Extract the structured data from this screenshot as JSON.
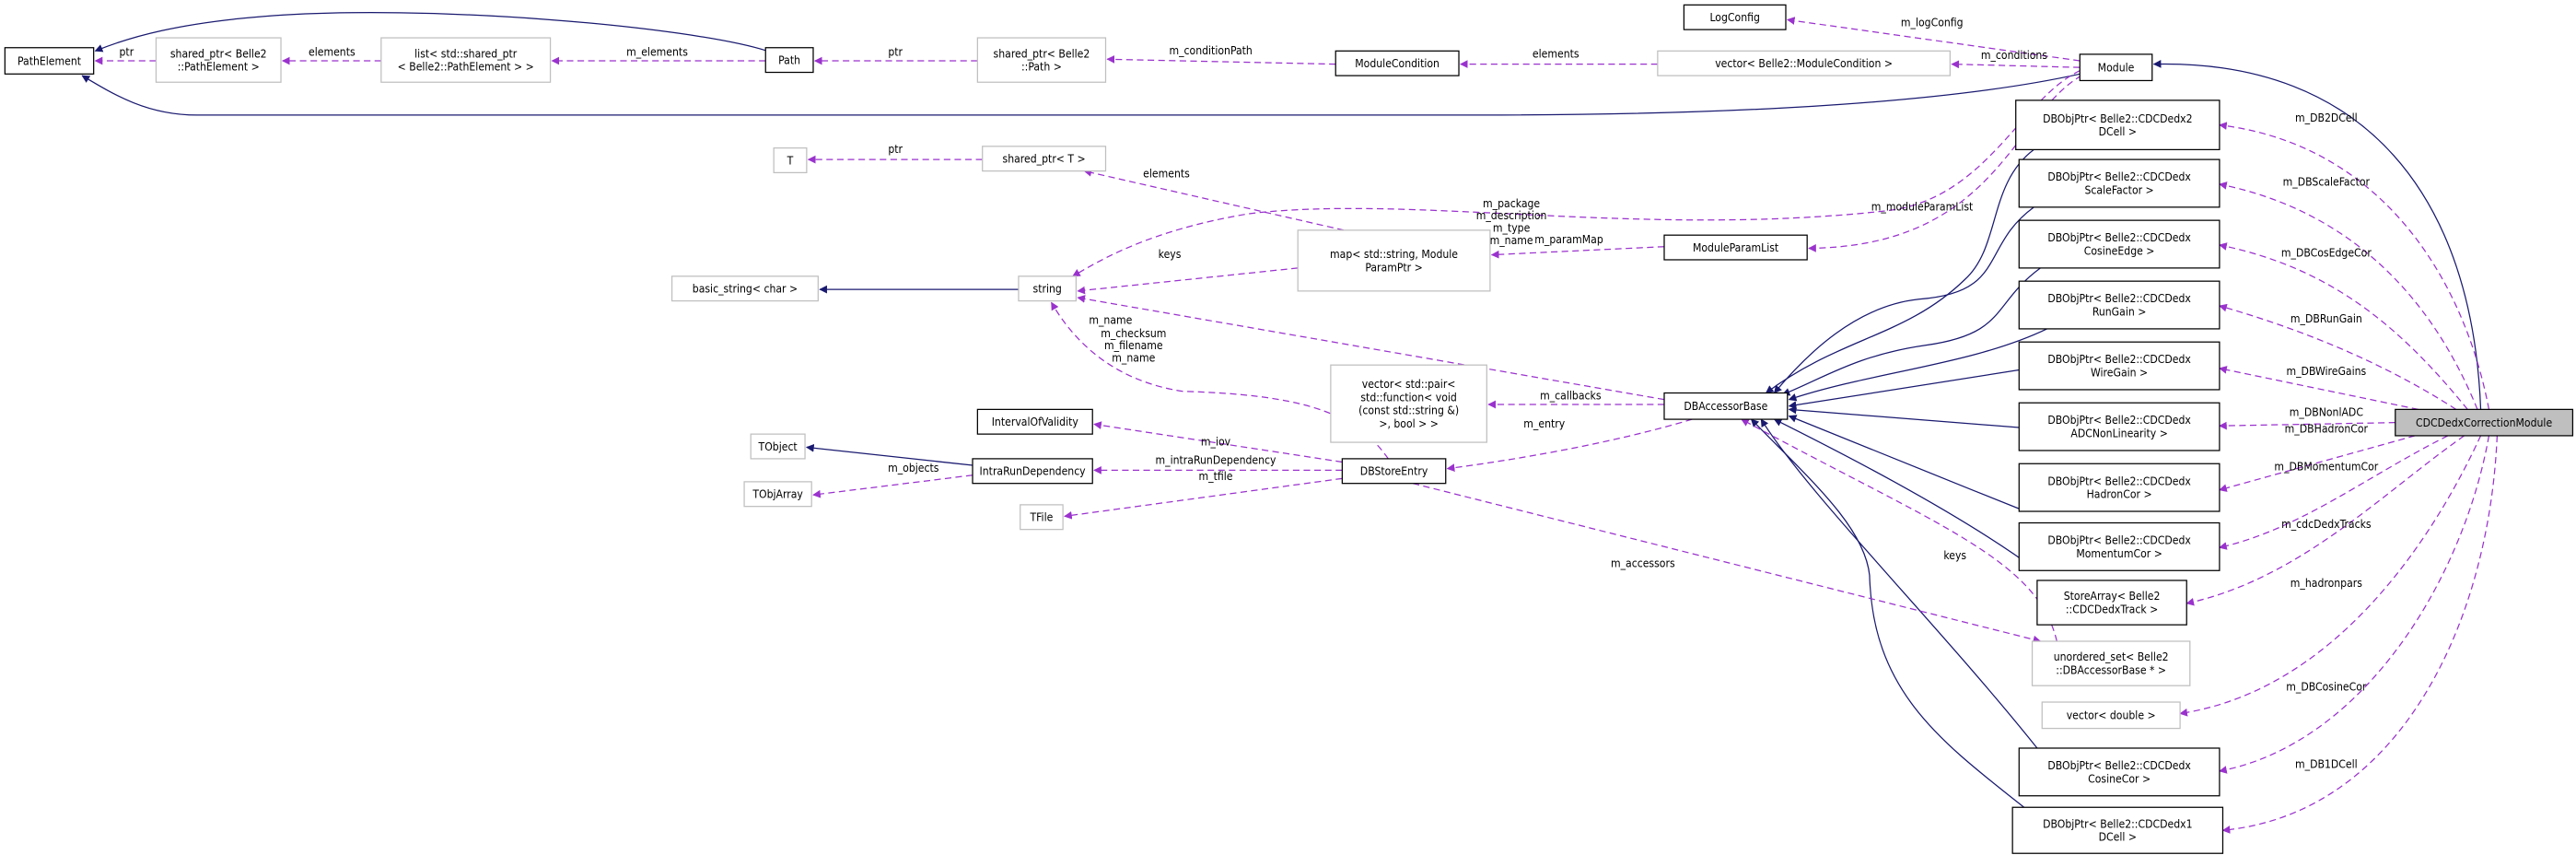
{
  "colors": {
    "inheritance": "#191970",
    "usage": "#9a32cd",
    "highlight_fill": "#bfbfbf",
    "external_border": "#bfbfbf"
  },
  "nodes": [
    {
      "id": "PathElement",
      "lines": [
        "PathElement"
      ],
      "style": "doc"
    },
    {
      "id": "sp_pathelement",
      "lines": [
        "shared_ptr< Belle2",
        "::PathElement >"
      ],
      "style": "ext"
    },
    {
      "id": "list_sp",
      "lines": [
        "list< std::shared_ptr",
        "< Belle2::PathElement > >"
      ],
      "style": "ext"
    },
    {
      "id": "Path",
      "lines": [
        "Path"
      ],
      "style": "doc"
    },
    {
      "id": "sp_path",
      "lines": [
        "shared_ptr< Belle2",
        "::Path >"
      ],
      "style": "ext"
    },
    {
      "id": "ModuleCondition",
      "lines": [
        "ModuleCondition"
      ],
      "style": "doc"
    },
    {
      "id": "vec_modcond",
      "lines": [
        "vector< Belle2::ModuleCondition >"
      ],
      "style": "ext"
    },
    {
      "id": "LogConfig",
      "lines": [
        "LogConfig"
      ],
      "style": "doc"
    },
    {
      "id": "Module",
      "lines": [
        "Module"
      ],
      "style": "doc"
    },
    {
      "id": "T",
      "lines": [
        "T"
      ],
      "style": "ext"
    },
    {
      "id": "sp_T",
      "lines": [
        "shared_ptr< T >"
      ],
      "style": "ext"
    },
    {
      "id": "basic_string",
      "lines": [
        "basic_string< char >"
      ],
      "style": "ext"
    },
    {
      "id": "string",
      "lines": [
        "string"
      ],
      "style": "ext"
    },
    {
      "id": "map",
      "lines": [
        "map< std::string, Module",
        "ParamPtr >"
      ],
      "style": "ext"
    },
    {
      "id": "ModuleParamList",
      "lines": [
        "ModuleParamList"
      ],
      "style": "doc"
    },
    {
      "id": "DBAccessorBase",
      "lines": [
        "DBAccessorBase"
      ],
      "style": "doc"
    },
    {
      "id": "vec_pair",
      "lines": [
        "vector< std::pair<",
        "std::function< void",
        "(const std::string &)",
        ">, bool > >"
      ],
      "style": "ext"
    },
    {
      "id": "IntervalOfValidity",
      "lines": [
        "IntervalOfValidity"
      ],
      "style": "doc"
    },
    {
      "id": "IntraRunDependency",
      "lines": [
        "IntraRunDependency"
      ],
      "style": "doc"
    },
    {
      "id": "DBStoreEntry",
      "lines": [
        "DBStoreEntry"
      ],
      "style": "doc"
    },
    {
      "id": "TObject",
      "lines": [
        "TObject"
      ],
      "style": "ext"
    },
    {
      "id": "TObjArray",
      "lines": [
        "TObjArray"
      ],
      "style": "ext"
    },
    {
      "id": "TFile",
      "lines": [
        "TFile"
      ],
      "style": "ext"
    },
    {
      "id": "unordered_set",
      "lines": [
        "unordered_set< Belle2",
        "::DBAccessorBase * >"
      ],
      "style": "ext"
    },
    {
      "id": "db_2dcell",
      "lines": [
        "DBObjPtr< Belle2::CDCDedx2",
        "DCell >"
      ],
      "style": "doc"
    },
    {
      "id": "db_scalefactor",
      "lines": [
        "DBObjPtr< Belle2::CDCDedx",
        "ScaleFactor >"
      ],
      "style": "doc"
    },
    {
      "id": "db_cosineedge",
      "lines": [
        "DBObjPtr< Belle2::CDCDedx",
        "CosineEdge >"
      ],
      "style": "doc"
    },
    {
      "id": "db_rungain",
      "lines": [
        "DBObjPtr< Belle2::CDCDedx",
        "RunGain >"
      ],
      "style": "doc"
    },
    {
      "id": "db_wiregain",
      "lines": [
        "DBObjPtr< Belle2::CDCDedx",
        "WireGain >"
      ],
      "style": "doc"
    },
    {
      "id": "db_adcnonlin",
      "lines": [
        "DBObjPtr< Belle2::CDCDedx",
        "ADCNonLinearity >"
      ],
      "style": "doc"
    },
    {
      "id": "db_hadroncor",
      "lines": [
        "DBObjPtr< Belle2::CDCDedx",
        "HadronCor >"
      ],
      "style": "doc"
    },
    {
      "id": "db_momentumcor",
      "lines": [
        "DBObjPtr< Belle2::CDCDedx",
        "MomentumCor >"
      ],
      "style": "doc"
    },
    {
      "id": "storearray",
      "lines": [
        "StoreArray< Belle2",
        "::CDCDedxTrack >"
      ],
      "style": "doc"
    },
    {
      "id": "vec_double",
      "lines": [
        "vector< double >"
      ],
      "style": "ext"
    },
    {
      "id": "db_cosinecor",
      "lines": [
        "DBObjPtr< Belle2::CDCDedx",
        "CosineCor >"
      ],
      "style": "doc"
    },
    {
      "id": "db_1dcell",
      "lines": [
        "DBObjPtr< Belle2::CDCDedx1",
        "DCell >"
      ],
      "style": "doc"
    },
    {
      "id": "CDCDedxCorrectionModule",
      "lines": [
        "CDCDedxCorrectionModule"
      ],
      "style": "hl"
    }
  ],
  "edges": [
    {
      "from": "Path",
      "to": "PathElement",
      "kind": "inh",
      "label": []
    },
    {
      "from": "Module",
      "to": "PathElement",
      "kind": "inh",
      "label": []
    },
    {
      "from": "CDCDedxCorrectionModule",
      "to": "Module",
      "kind": "inh",
      "label": []
    },
    {
      "from": "string",
      "to": "basic_string",
      "kind": "inh",
      "label": []
    },
    {
      "from": "IntraRunDependency",
      "to": "TObject",
      "kind": "inh",
      "label": []
    },
    {
      "from": "db_2dcell",
      "to": "DBAccessorBase",
      "kind": "inh",
      "label": []
    },
    {
      "from": "db_scalefactor",
      "to": "DBAccessorBase",
      "kind": "inh",
      "label": []
    },
    {
      "from": "db_cosineedge",
      "to": "DBAccessorBase",
      "kind": "inh",
      "label": []
    },
    {
      "from": "db_rungain",
      "to": "DBAccessorBase",
      "kind": "inh",
      "label": []
    },
    {
      "from": "db_wiregain",
      "to": "DBAccessorBase",
      "kind": "inh",
      "label": []
    },
    {
      "from": "db_adcnonlin",
      "to": "DBAccessorBase",
      "kind": "inh",
      "label": []
    },
    {
      "from": "db_hadroncor",
      "to": "DBAccessorBase",
      "kind": "inh",
      "label": []
    },
    {
      "from": "db_momentumcor",
      "to": "DBAccessorBase",
      "kind": "inh",
      "label": []
    },
    {
      "from": "db_cosinecor",
      "to": "DBAccessorBase",
      "kind": "inh",
      "label": []
    },
    {
      "from": "db_1dcell",
      "to": "DBAccessorBase",
      "kind": "inh",
      "label": []
    },
    {
      "from": "sp_pathelement",
      "to": "PathElement",
      "kind": "use",
      "label": [
        "ptr"
      ]
    },
    {
      "from": "list_sp",
      "to": "sp_pathelement",
      "kind": "use",
      "label": [
        "elements"
      ]
    },
    {
      "from": "Path",
      "to": "list_sp",
      "kind": "use",
      "label": [
        "m_elements"
      ]
    },
    {
      "from": "sp_path",
      "to": "Path",
      "kind": "use",
      "label": [
        "ptr"
      ]
    },
    {
      "from": "ModuleCondition",
      "to": "sp_path",
      "kind": "use",
      "label": [
        "m_conditionPath"
      ]
    },
    {
      "from": "vec_modcond",
      "to": "ModuleCondition",
      "kind": "use",
      "label": [
        "elements"
      ]
    },
    {
      "from": "Module",
      "to": "vec_modcond",
      "kind": "use",
      "label": [
        "m_conditions"
      ]
    },
    {
      "from": "Module",
      "to": "LogConfig",
      "kind": "use",
      "label": [
        "m_logConfig"
      ]
    },
    {
      "from": "Module",
      "to": "string",
      "kind": "use",
      "label": [
        "m_package",
        "m_description",
        "m_type",
        "m_name"
      ]
    },
    {
      "from": "Module",
      "to": "ModuleParamList",
      "kind": "use",
      "label": [
        "m_moduleParamList"
      ]
    },
    {
      "from": "ModuleParamList",
      "to": "map",
      "kind": "use",
      "label": [
        "m_paramMap"
      ]
    },
    {
      "from": "map",
      "to": "string",
      "kind": "use",
      "label": [
        "keys"
      ]
    },
    {
      "from": "map",
      "to": "sp_T",
      "kind": "use",
      "label": [
        "elements"
      ]
    },
    {
      "from": "sp_T",
      "to": "T",
      "kind": "use",
      "label": [
        "ptr"
      ]
    },
    {
      "from": "DBAccessorBase",
      "to": "string",
      "kind": "use",
      "label": [
        "m_name"
      ]
    },
    {
      "from": "DBStoreEntry",
      "to": "string",
      "kind": "use",
      "label": [
        "m_checksum",
        "m_filename",
        "m_name"
      ]
    },
    {
      "from": "DBAccessorBase",
      "to": "vec_pair",
      "kind": "use",
      "label": [
        "m_callbacks"
      ]
    },
    {
      "from": "DBAccessorBase",
      "to": "DBStoreEntry",
      "kind": "use",
      "label": [
        "m_entry"
      ]
    },
    {
      "from": "DBStoreEntry",
      "to": "IntervalOfValidity",
      "kind": "use",
      "label": [
        "m_iov"
      ]
    },
    {
      "from": "DBStoreEntry",
      "to": "IntraRunDependency",
      "kind": "use",
      "label": [
        "m_intraRunDependency"
      ]
    },
    {
      "from": "DBStoreEntry",
      "to": "TFile",
      "kind": "use",
      "label": [
        "m_tfile"
      ]
    },
    {
      "from": "IntraRunDependency",
      "to": "TObjArray",
      "kind": "use",
      "label": [
        "m_objects"
      ]
    },
    {
      "from": "DBStoreEntry",
      "to": "unordered_set",
      "kind": "use",
      "label": [
        "m_accessors"
      ]
    },
    {
      "from": "unordered_set",
      "to": "DBAccessorBase",
      "kind": "use",
      "label": [
        "keys"
      ]
    },
    {
      "from": "CDCDedxCorrectionModule",
      "to": "db_2dcell",
      "kind": "use",
      "label": [
        "m_DB2DCell"
      ]
    },
    {
      "from": "CDCDedxCorrectionModule",
      "to": "db_scalefactor",
      "kind": "use",
      "label": [
        "m_DBScaleFactor"
      ]
    },
    {
      "from": "CDCDedxCorrectionModule",
      "to": "db_cosineedge",
      "kind": "use",
      "label": [
        "m_DBCosEdgeCor"
      ]
    },
    {
      "from": "CDCDedxCorrectionModule",
      "to": "db_rungain",
      "kind": "use",
      "label": [
        "m_DBRunGain"
      ]
    },
    {
      "from": "CDCDedxCorrectionModule",
      "to": "db_wiregain",
      "kind": "use",
      "label": [
        "m_DBWireGains"
      ]
    },
    {
      "from": "CDCDedxCorrectionModule",
      "to": "db_adcnonlin",
      "kind": "use",
      "label": [
        "m_DBNonlADC"
      ]
    },
    {
      "from": "CDCDedxCorrectionModule",
      "to": "db_hadroncor",
      "kind": "use",
      "label": [
        "m_DBHadronCor"
      ]
    },
    {
      "from": "CDCDedxCorrectionModule",
      "to": "db_momentumcor",
      "kind": "use",
      "label": [
        "m_DBMomentumCor"
      ]
    },
    {
      "from": "CDCDedxCorrectionModule",
      "to": "storearray",
      "kind": "use",
      "label": [
        "m_cdcDedxTracks"
      ]
    },
    {
      "from": "CDCDedxCorrectionModule",
      "to": "vec_double",
      "kind": "use",
      "label": [
        "m_hadronpars"
      ]
    },
    {
      "from": "CDCDedxCorrectionModule",
      "to": "db_cosinecor",
      "kind": "use",
      "label": [
        "m_DBCosineCor"
      ]
    },
    {
      "from": "CDCDedxCorrectionModule",
      "to": "db_1dcell",
      "kind": "use",
      "label": [
        "m_DB1DCell"
      ]
    }
  ]
}
